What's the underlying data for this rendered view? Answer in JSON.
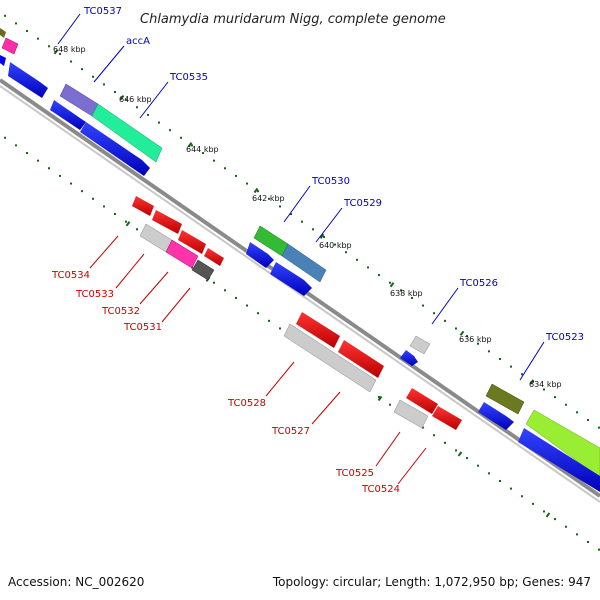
{
  "title": "Chlamydia muridarum Nigg, complete genome",
  "accession": "Accession: NC_002620",
  "summary": "Topology: circular; Length: 1,072,950 bp; Genes: 947",
  "ticks": [
    "648 kbp",
    "646 kbp",
    "644 kbp",
    "642 kbp",
    "640 kbp",
    "638 kbp",
    "636 kbp",
    "634 kbp"
  ],
  "labels_forward": [
    "TC0537",
    "accA",
    "TC0535",
    "TC0530",
    "TC0529",
    "TC0526",
    "TC0523"
  ],
  "labels_reverse": [
    "TC0534",
    "TC0533",
    "TC0532",
    "TC0531",
    "TC0528",
    "TC0527",
    "TC0525",
    "TC0524"
  ],
  "colors": {
    "backbone": "#777777",
    "cds_blue": "#0000ee",
    "reverse_red": "#ee0000",
    "tick_green": "#116611",
    "label_blue": "#0000cc",
    "label_red": "#cc0000"
  }
}
